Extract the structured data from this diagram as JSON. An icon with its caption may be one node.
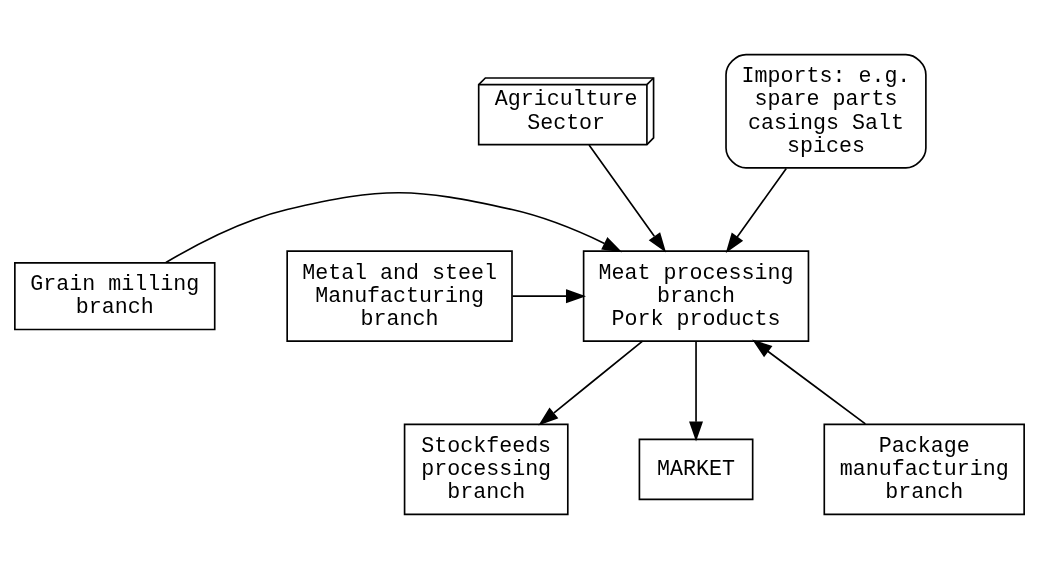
{
  "diagram": {
    "nodes": [
      {
        "text": [
          "Agriculture Sector"
        ]
      },
      {
        "text": [
          "Imports: e.g. spare parts casings Salt spices"
        ]
      },
      {
        "text": [
          "Stockfeeds processing branch"
        ]
      },
      {
        "text": [
          "Meat processing branch",
          "Pork products"
        ]
      },
      {
        "text": [
          "Grain milling branch"
        ]
      },
      {
        "text": [
          "Metal and steel Manufacturing branch"
        ]
      },
      {
        "text": [
          "Package manufacturing branch"
        ]
      },
      {
        "text": [
          "MARKET"
        ]
      }
    ],
    "edges": [
      {
        "from": 0,
        "to": 3,
        "arrow": "to"
      },
      {
        "from": 1,
        "to": 3,
        "arrow": "to"
      },
      {
        "from": 3,
        "to": 2,
        "arrow": "to"
      },
      {
        "from": 4,
        "to": 3,
        "arrow": "to"
      },
      {
        "from": 5,
        "to": 3,
        "arrow": "to"
      },
      {
        "from": 6,
        "to": 3,
        "arrow": "to"
      },
      {
        "from": 3,
        "to": 7,
        "arrow": "to"
      }
    ]
  }
}
